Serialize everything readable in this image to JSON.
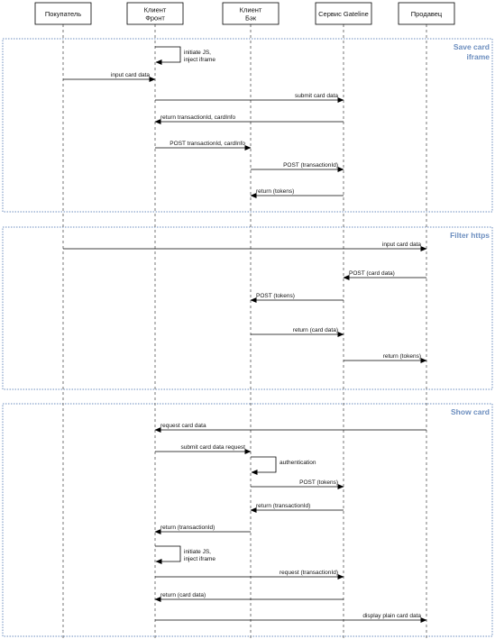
{
  "participants": [
    {
      "id": "buyer",
      "lines": [
        "Покупатель"
      ]
    },
    {
      "id": "front",
      "lines": [
        "Клиент",
        "Фронт"
      ]
    },
    {
      "id": "back",
      "lines": [
        "Клиент",
        "Бэк"
      ]
    },
    {
      "id": "gateline",
      "lines": [
        "Сервис Gateline"
      ]
    },
    {
      "id": "seller",
      "lines": [
        "Продавец"
      ]
    }
  ],
  "frames": [
    {
      "id": "save-card",
      "title_lines": [
        "Save card",
        "iframe"
      ]
    },
    {
      "id": "filter-https",
      "title_lines": [
        "Filter https"
      ]
    },
    {
      "id": "show-card",
      "title_lines": [
        "Show card"
      ]
    }
  ],
  "messages": [
    {
      "from": "front",
      "to": "front",
      "lines": [
        "initiate JS,",
        "inject iframe"
      ]
    },
    {
      "from": "buyer",
      "to": "front",
      "lines": [
        "input card data"
      ]
    },
    {
      "from": "front",
      "to": "gateline",
      "lines": [
        "submit card data"
      ]
    },
    {
      "from": "gateline",
      "to": "front",
      "lines": [
        "return transactionId, cardInfo"
      ]
    },
    {
      "from": "front",
      "to": "back",
      "lines": [
        "POST transactionId, cardInfo"
      ]
    },
    {
      "from": "back",
      "to": "gateline",
      "lines": [
        "POST (transactionId)"
      ]
    },
    {
      "from": "gateline",
      "to": "back",
      "lines": [
        "return (tokens)"
      ]
    },
    {
      "from": "buyer",
      "to": "seller",
      "lines": [
        "input card data"
      ]
    },
    {
      "from": "seller",
      "to": "gateline",
      "lines": [
        "POST (card data)"
      ]
    },
    {
      "from": "gateline",
      "to": "back",
      "lines": [
        "POST (tokens)"
      ]
    },
    {
      "from": "back",
      "to": "gateline",
      "lines": [
        "return (card data)"
      ]
    },
    {
      "from": "gateline",
      "to": "seller",
      "lines": [
        "return (tokens)"
      ]
    },
    {
      "from": "seller",
      "to": "front",
      "lines": [
        "request card data"
      ]
    },
    {
      "from": "front",
      "to": "back",
      "lines": [
        "submit card data request"
      ]
    },
    {
      "from": "back",
      "to": "back",
      "lines": [
        "authentication"
      ]
    },
    {
      "from": "back",
      "to": "gateline",
      "lines": [
        "POST (tokens)"
      ]
    },
    {
      "from": "gateline",
      "to": "back",
      "lines": [
        "return (transactionId)"
      ]
    },
    {
      "from": "back",
      "to": "front",
      "lines": [
        "return (transactionId)"
      ]
    },
    {
      "from": "front",
      "to": "front",
      "lines": [
        "initiate JS,",
        "inject iframe"
      ]
    },
    {
      "from": "front",
      "to": "gateline",
      "lines": [
        "request (transactionId)"
      ]
    },
    {
      "from": "gateline",
      "to": "front",
      "lines": [
        "return (card data)"
      ]
    },
    {
      "from": "front",
      "to": "seller",
      "lines": [
        "display plain card data"
      ]
    }
  ],
  "colors": {
    "line": "#000000",
    "lifeline": "#555555",
    "frame_border": "#6c8ebf",
    "frame_title": "#6c8ebf",
    "box_border": "#000000"
  }
}
